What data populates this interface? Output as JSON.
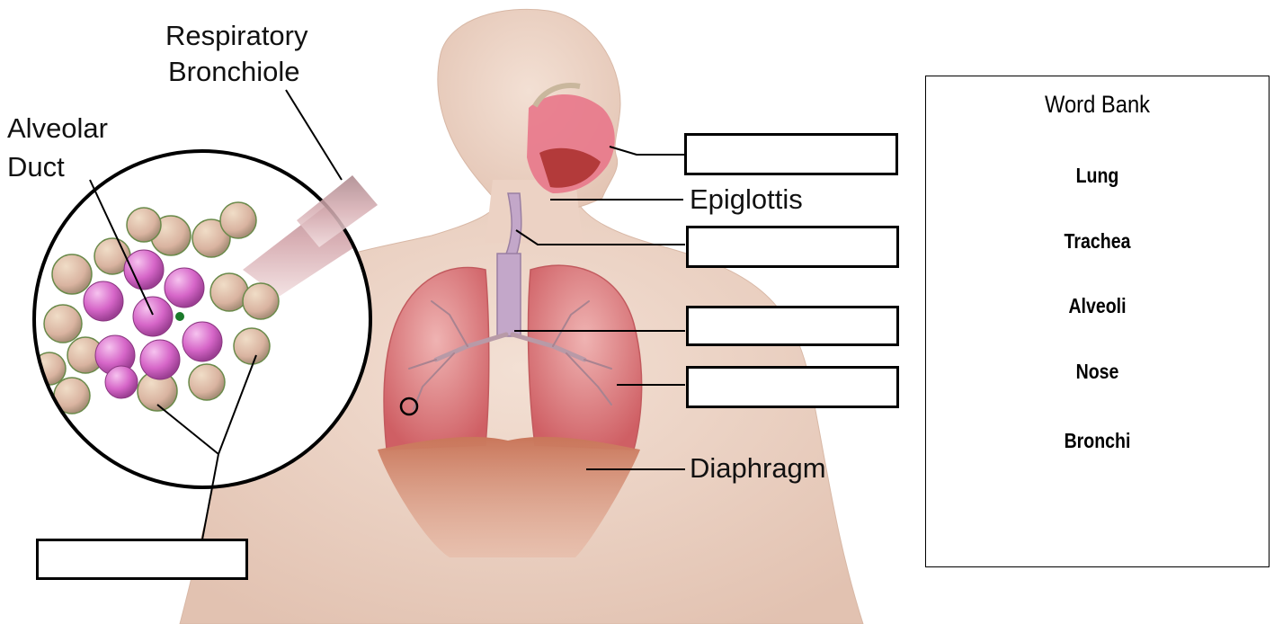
{
  "labels": {
    "respiratory_bronchiole_line1": "Respiratory",
    "respiratory_bronchiole_line2": "Bronchiole",
    "alveolar_duct_line1": "Alveolar",
    "alveolar_duct_line2": "Duct",
    "epiglottis": "Epiglottis",
    "diaphragm": "Diaphragm"
  },
  "answer_boxes": [
    "",
    "",
    "",
    "",
    ""
  ],
  "word_bank": {
    "title": "Word Bank",
    "items": [
      "Lung",
      "Trachea",
      "Alveoli",
      "Nose",
      "Bronchi"
    ]
  },
  "colors": {
    "skin": "#efd6c8",
    "lung": "#d9767a",
    "lung_light": "#eaa5a6",
    "trachea": "#c3a7c9",
    "diaphragm": "#b9674e",
    "alveolus_pink": "#dd6fcf",
    "alveolus_green": "#9fae82",
    "nasal": "#e8778a"
  }
}
